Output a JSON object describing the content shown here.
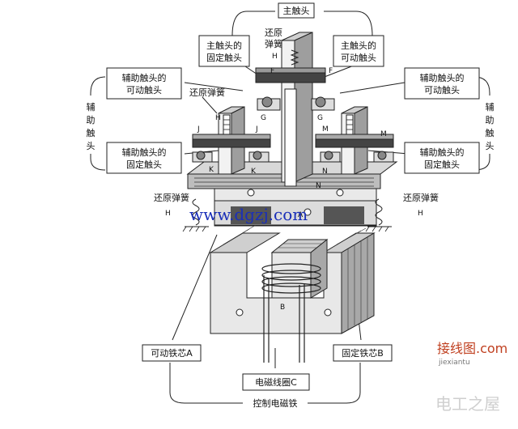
{
  "labels": {
    "main_contact": "主触头",
    "main_fixed": [
      "主触头的",
      "固定触头"
    ],
    "main_moving": [
      "主触头的",
      "可动触头"
    ],
    "return_spring_top": [
      "还原",
      "弹簧"
    ],
    "aux_moving_left": [
      "辅助触头的",
      "可动触头"
    ],
    "aux_moving_right": [
      "辅助触头的",
      "可动触头"
    ],
    "aux_fixed_left": [
      "辅助触头的",
      "固定触头"
    ],
    "aux_fixed_right": [
      "辅助触头的",
      "固定触头"
    ],
    "aux_contact_left": [
      "辅",
      "助",
      "触",
      "头"
    ],
    "aux_contact_right": [
      "辅",
      "助",
      "触",
      "头"
    ],
    "return_spring_mid": "还原弹簧",
    "return_spring_left": "还原弹簧",
    "return_spring_right": "还原弹簧",
    "moving_core": "可动铁芯A",
    "fixed_core": "固定铁芯B",
    "coil": "电磁线圈C",
    "control_electromagnet": "控制电磁铁"
  },
  "letters": {
    "H": "H",
    "F": "F",
    "G": "G",
    "J": "J",
    "K": "K",
    "M": "M",
    "N": "N",
    "A": "A",
    "B": "B"
  },
  "watermarks": {
    "site": "www.dgzj.com",
    "site2": "接线图.com",
    "site2_sub": "jiexiantu",
    "site3": "电工之屋"
  }
}
